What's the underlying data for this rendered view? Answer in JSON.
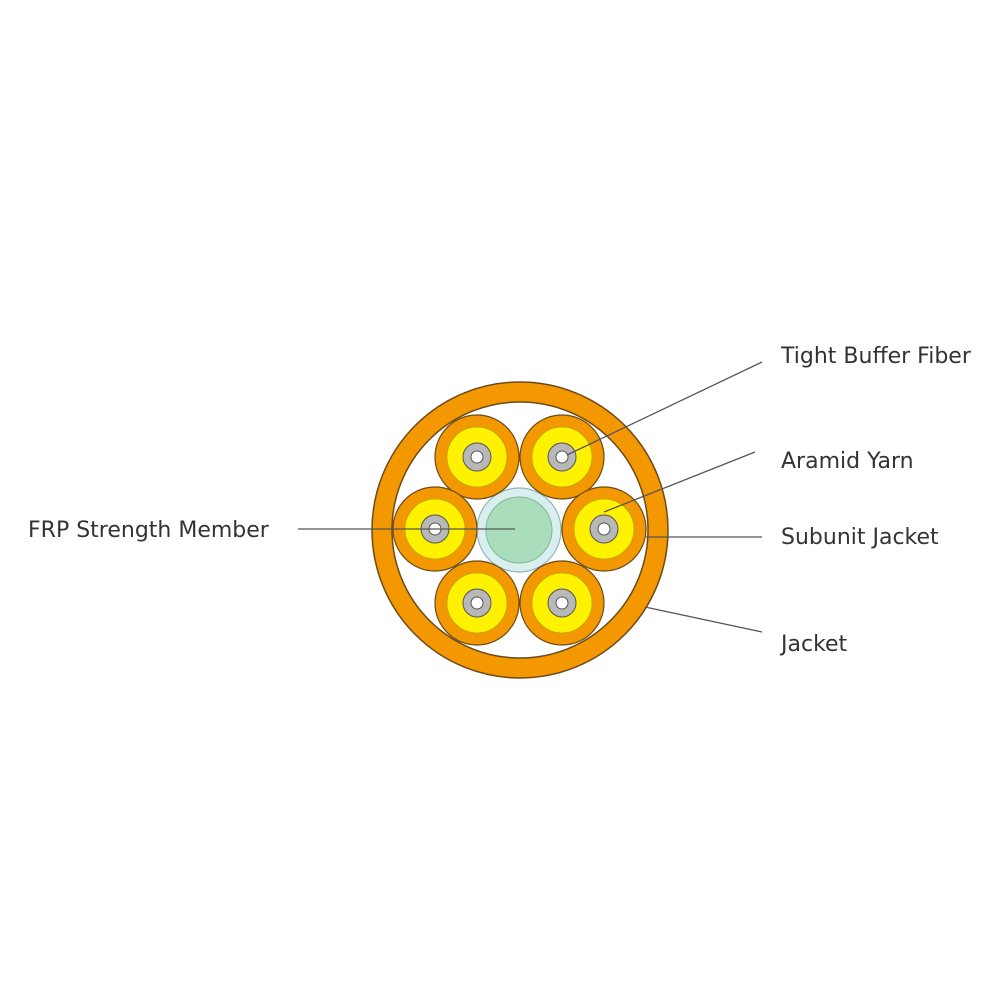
{
  "labels": {
    "tight_buffer_fiber": "Tight Buffer Fiber",
    "aramid_yarn": "Aramid Yarn",
    "subunit_jacket": "Subunit Jacket",
    "jacket": "Jacket",
    "frp_strength_member": "FRP Strength Member"
  },
  "colors": {
    "jacket": "#F39800",
    "jacket_edge": "#6B4A1A",
    "subunit_jacket": "#F39800",
    "aramid_yarn": "#FFF200",
    "tight_buffer": "#B8B8B8",
    "fiber_core": "#FFFFFF",
    "frp_strength_member": "#A9DDBC",
    "frp_coating": "#D9EFEF",
    "background": "#FFFFFF"
  },
  "subunit_count": 6
}
